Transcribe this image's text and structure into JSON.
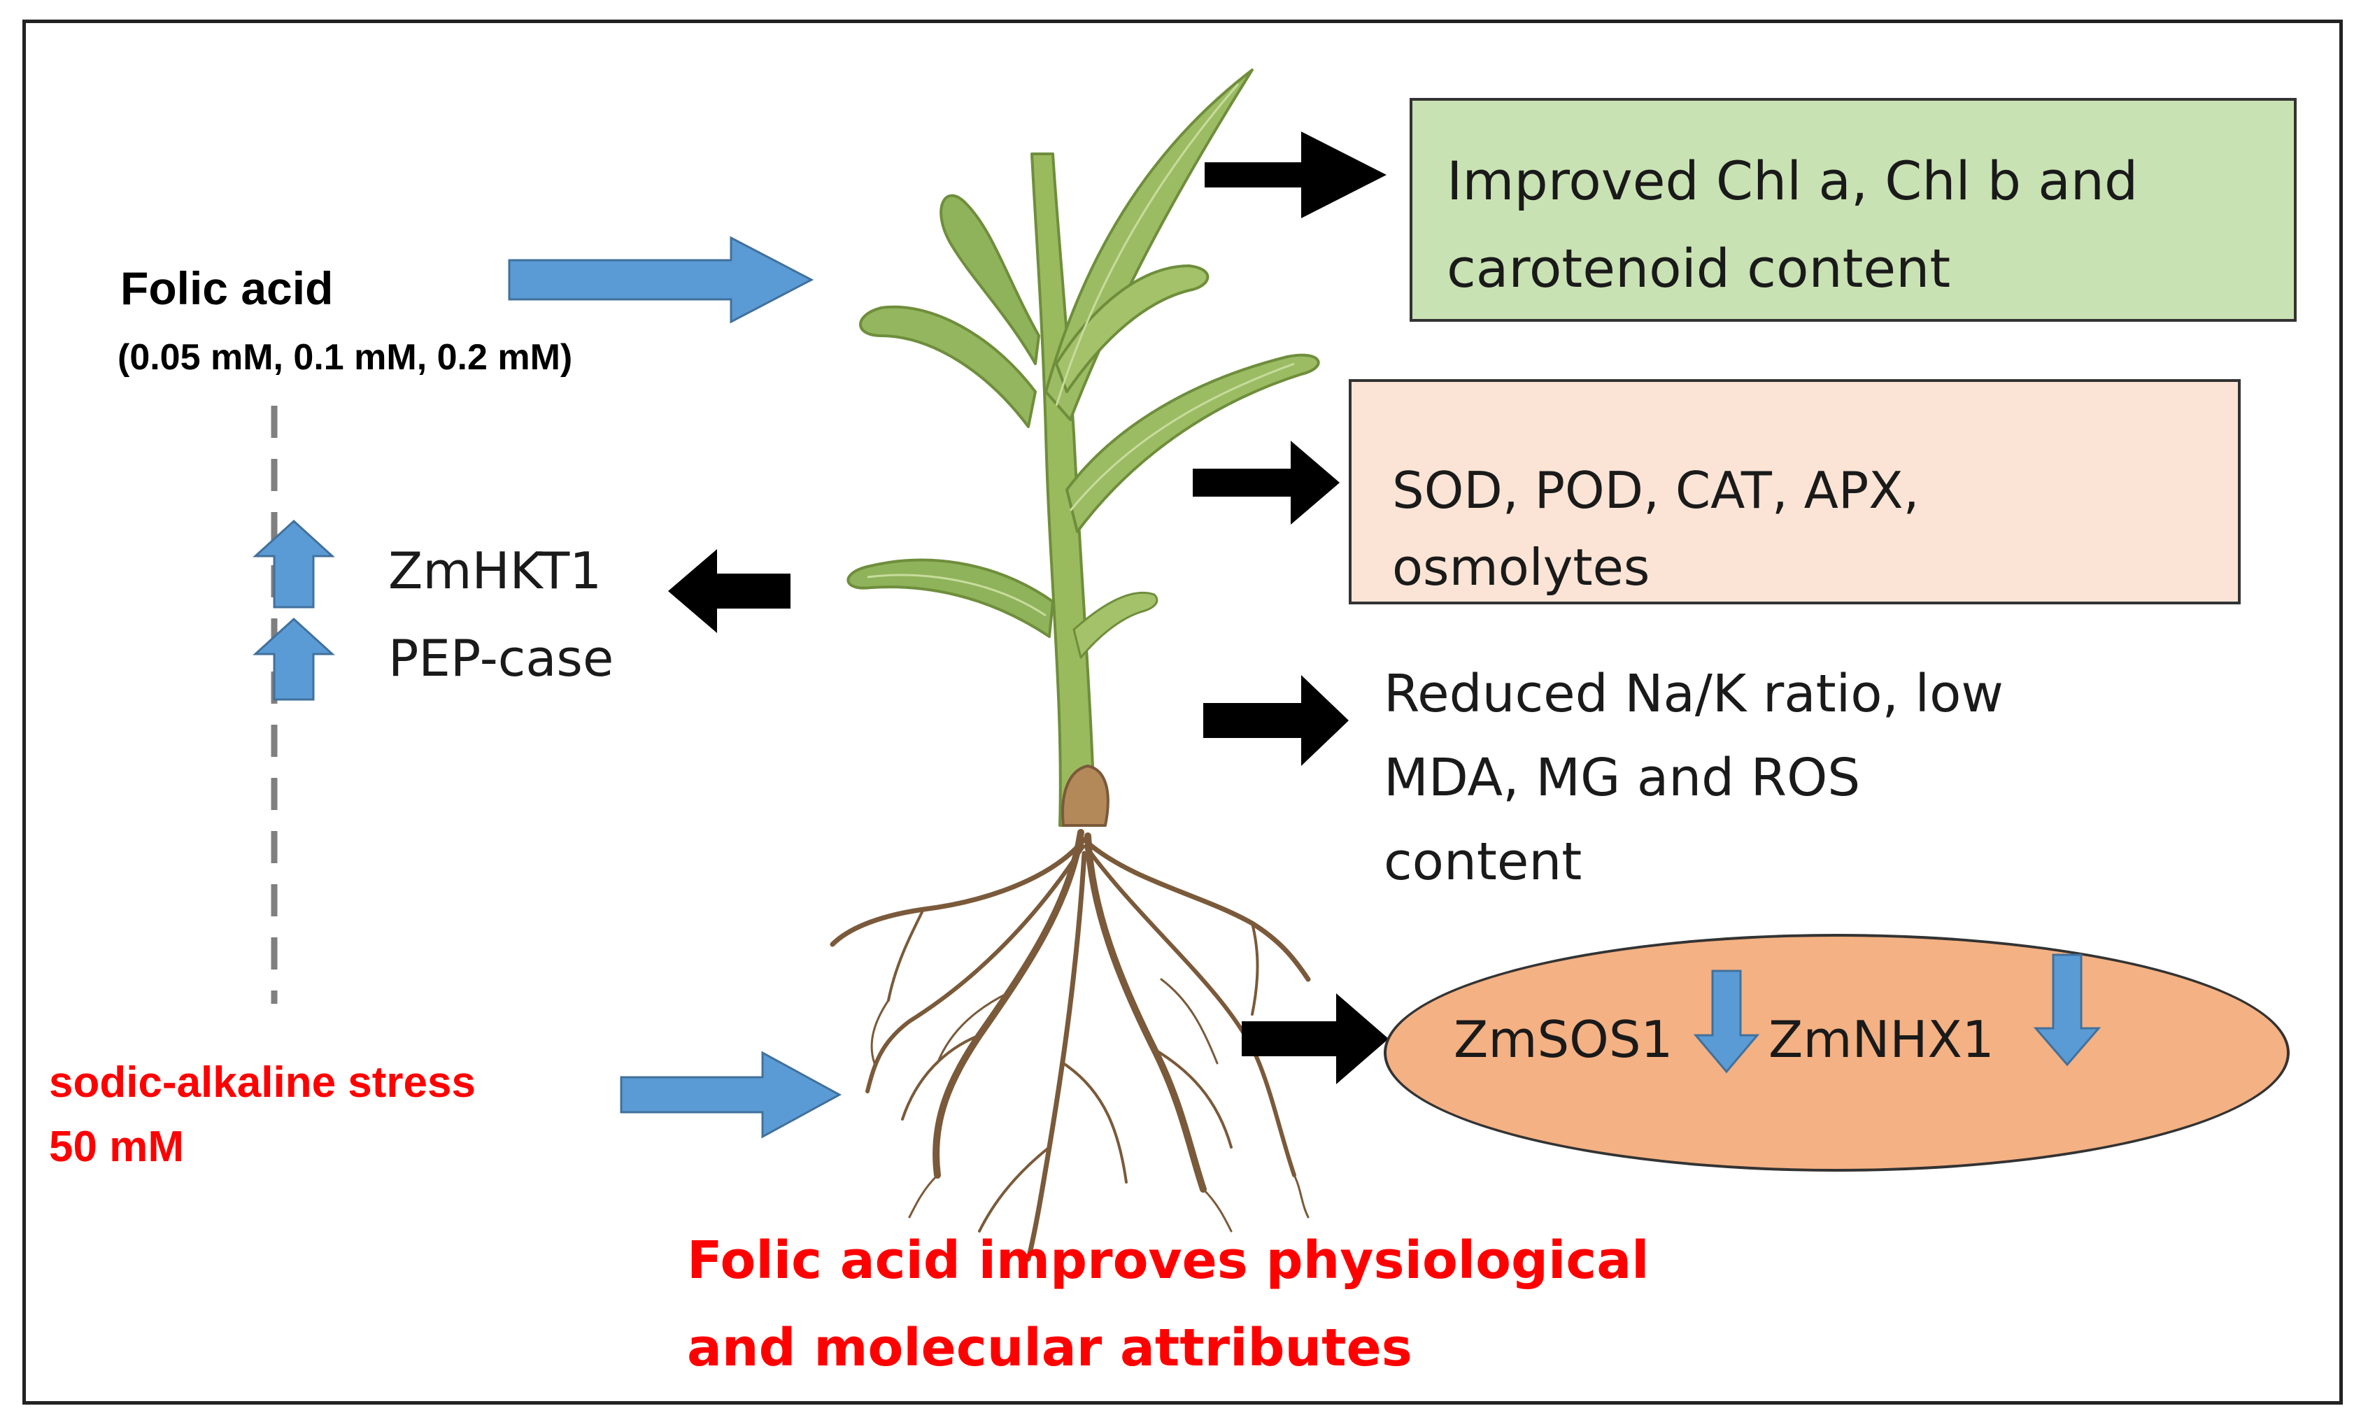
{
  "inputs": {
    "folic_title": "Folic acid",
    "folic_doses": "(0.05 mM, 0.1 mM, 0.2 mM)",
    "stress_line1": "sodic-alkaline stress",
    "stress_line2": "50 mM"
  },
  "genes_left": {
    "gene1": "ZmHKT1",
    "gene2": "PEP-case"
  },
  "outcomes": {
    "pigments_line1": "Improved Chl a, Chl b and",
    "pigments_line2": "carotenoid content",
    "enzymes_line1": "SOD, POD, CAT, APX,",
    "enzymes_line2": "osmolytes",
    "ions_line1": "Reduced Na/K ratio, low",
    "ions_line2": "MDA, MG and ROS",
    "ions_line3": "content",
    "gene_sos1": "ZmSOS1",
    "gene_nhx1": "ZmNHX1"
  },
  "conclusion": {
    "line1": "Folic acid improves physiological",
    "line2": "and molecular attributes"
  },
  "colors": {
    "blue_arrow": "#5b9bd5",
    "black_arrow": "#000000",
    "red_text": "#ff0000",
    "green_box": "#c9e2b3",
    "peach_box": "#fbe4d5",
    "orange_ellipse": "#f4b183",
    "leaf": "#8fb35a",
    "root": "#7a5a3a"
  },
  "icons": [
    "maize-plant-icon",
    "root-system-icon",
    "up-arrow-icon",
    "down-arrow-icon"
  ]
}
